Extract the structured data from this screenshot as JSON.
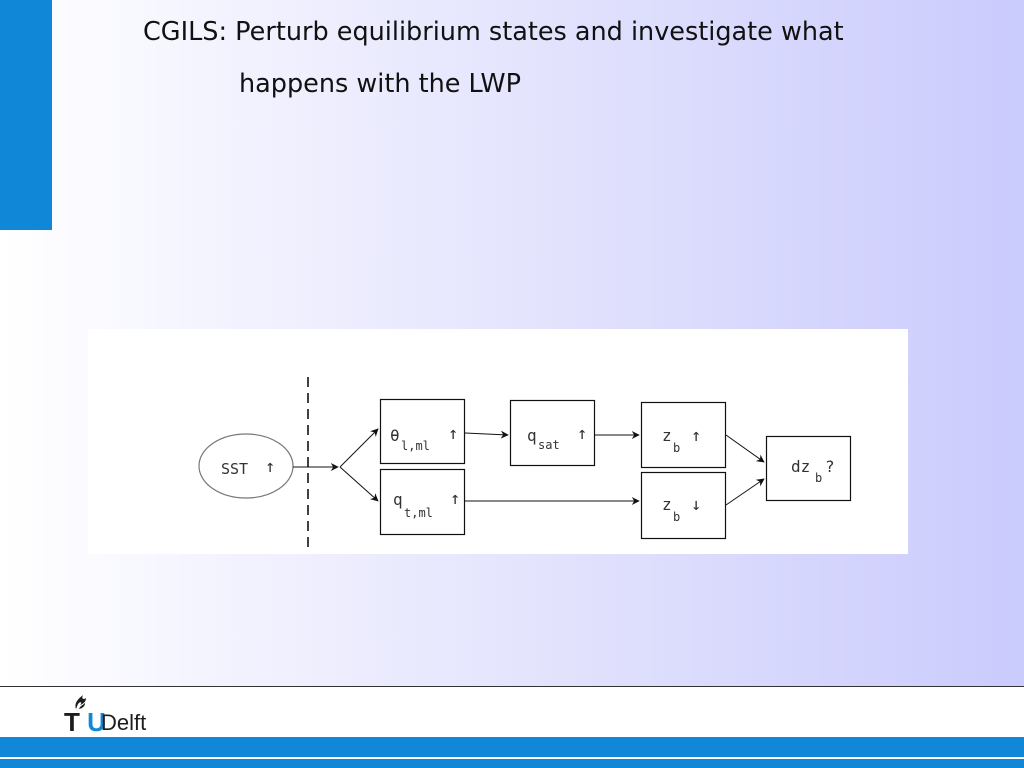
{
  "slide": {
    "title_line1": "CGILS: Perturb equilibrium states and investigate what",
    "title_line2": "happens with the LWP"
  },
  "diagram": {
    "nodes": {
      "sst": "SST",
      "theta_main": "θ",
      "theta_sub": "l,ml",
      "qt_main": "q",
      "qt_sub": "t,ml",
      "qsat_main": "q",
      "qsat_sub": "sat",
      "zb_up_main": "z",
      "zb_up_sub": "b",
      "zb_down_main": "z",
      "zb_down_sub": "b",
      "dzb_main": "dz",
      "dzb_sub": "b",
      "dzb_question": "?"
    },
    "arrows": {
      "up": "↑",
      "down": "↓"
    }
  },
  "footer": {
    "logo_tu": "TU",
    "logo_delft": "Delft",
    "colors": {
      "brand_blue": "#1187d8",
      "logo_dark": "#1d1d1b"
    }
  }
}
